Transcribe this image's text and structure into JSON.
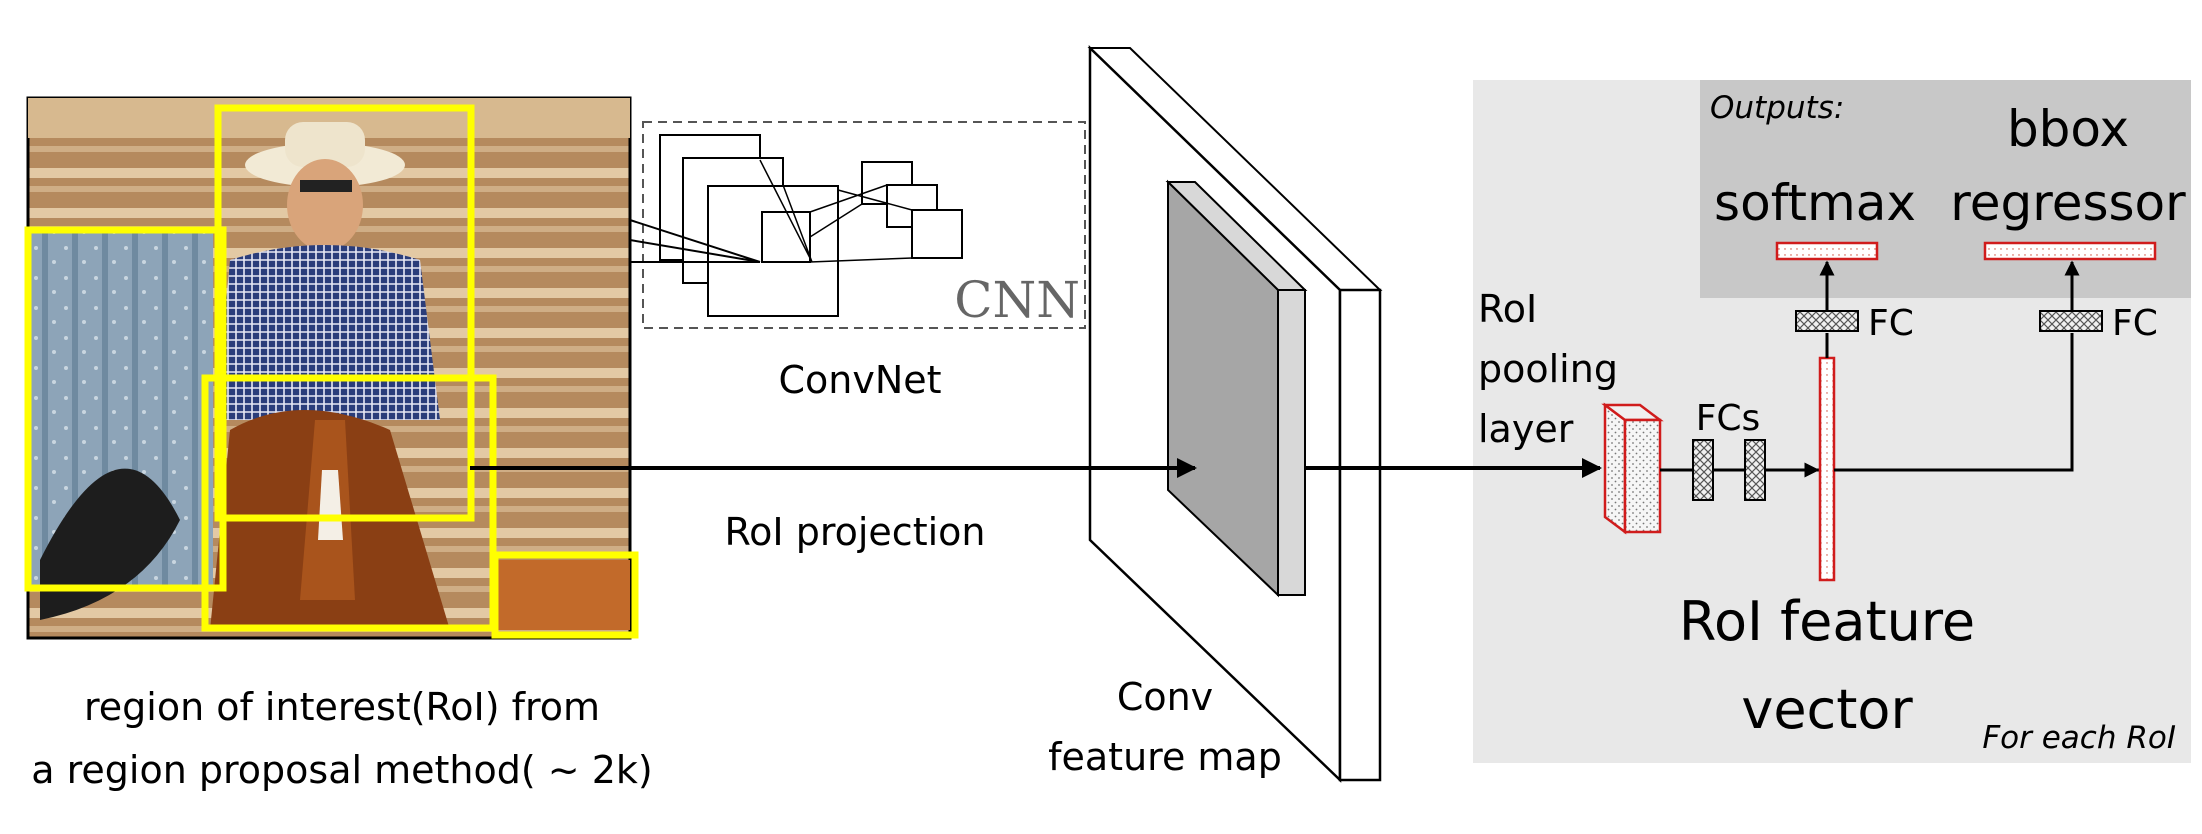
{
  "input_image": {
    "caption_line1": "region of interest(RoI) from",
    "caption_line2": "a region proposal method( ~ 2k)"
  },
  "convnet": {
    "inner_label": "CNN",
    "label": "ConvNet"
  },
  "roi_projection": {
    "label": "RoI projection"
  },
  "feature_map": {
    "label_line1": "Conv",
    "label_line2": "feature map"
  },
  "roi_pooling": {
    "label_line1": "RoI",
    "label_line2": "pooling",
    "label_line3": "layer"
  },
  "fcs": {
    "label": "FCs"
  },
  "roi_feature_vector": {
    "label_line1": "RoI feature",
    "label_line2": "vector"
  },
  "per_roi_note": "For each RoI",
  "outputs": {
    "header": "Outputs:",
    "softmax_label": "softmax",
    "bbox_line1": "bbox",
    "bbox_line2": "regressor",
    "fc_label_left": "FC",
    "fc_label_right": "FC"
  },
  "colors": {
    "roi_box": "#ffff00",
    "red_outline": "#d01c1c",
    "panel_bg": "#e8e8e8",
    "output_bg": "#c8c8c8",
    "feature_face": "#a6a6a6"
  },
  "icons": {
    "photo": "person-riding-horse-photo",
    "hatched_fc": "crosshatch-pattern",
    "pooling_block": "dotted-pattern"
  }
}
